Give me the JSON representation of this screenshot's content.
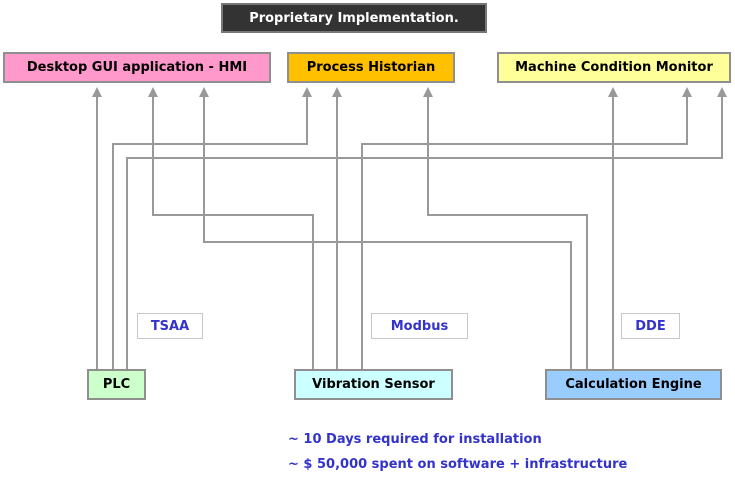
{
  "title": "Proprietary Implementation.",
  "nodes": {
    "hmi": "Desktop GUI application - HMI",
    "historian": "Process Historian",
    "condition_monitor": "Machine Condition Monitor",
    "plc": "PLC",
    "vibration_sensor": "Vibration Sensor",
    "calculation_engine": "Calculation Engine"
  },
  "protocols": {
    "plc": "TSAA",
    "vibration_sensor": "Modbus",
    "calculation_engine": "DDE"
  },
  "notes": [
    "~ 10 Days  required for installation",
    "~ $ 50,000 spent on software + infrastructure"
  ],
  "colors": {
    "title_bg": "#333333",
    "hmi": "#ff99cc",
    "historian": "#ffc000",
    "condition_monitor": "#ffff99",
    "plc": "#ccffcc",
    "vibration_sensor": "#ccffff",
    "calculation_engine": "#99ccff",
    "wire": "#999999",
    "note_text": "#3333cc"
  },
  "connections": [
    {
      "from": "PLC",
      "to": "Desktop GUI application - HMI"
    },
    {
      "from": "PLC",
      "to": "Process Historian"
    },
    {
      "from": "PLC",
      "to": "Machine Condition Monitor"
    },
    {
      "from": "Vibration Sensor",
      "to": "Desktop GUI application - HMI"
    },
    {
      "from": "Vibration Sensor",
      "to": "Process Historian"
    },
    {
      "from": "Vibration Sensor",
      "to": "Machine Condition Monitor"
    },
    {
      "from": "Calculation Engine",
      "to": "Desktop GUI application - HMI"
    },
    {
      "from": "Calculation Engine",
      "to": "Process Historian"
    },
    {
      "from": "Calculation Engine",
      "to": "Machine Condition Monitor"
    }
  ]
}
